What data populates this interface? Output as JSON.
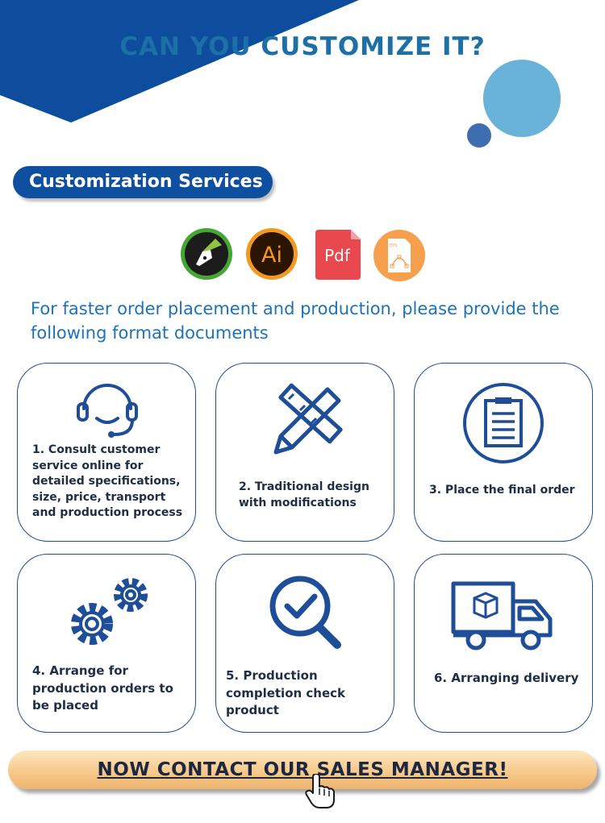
{
  "header": {
    "title": "CAN YOU CUSTOMIZE IT?"
  },
  "services": {
    "label": "Customization Services"
  },
  "formats": {
    "icons": [
      "coreldraw-icon",
      "illustrator-icon",
      "pdf-icon",
      "eps-icon"
    ],
    "ai_label": "Ai",
    "pdf_label": "Pdf",
    "eps_label": "EPS"
  },
  "intro": {
    "text": "For faster order placement and production, please provide the following format documents"
  },
  "steps": [
    {
      "label": "1. Consult customer service online for detailed specifications, size, price, transport and production process",
      "icon": "headset-icon"
    },
    {
      "label": "2. Traditional design with modifications",
      "icon": "pencil-ruler-icon"
    },
    {
      "label": "3. Place the final order",
      "icon": "clipboard-icon"
    },
    {
      "label": "4. Arrange for production orders to be placed",
      "icon": "gears-icon"
    },
    {
      "label": "5. Production completion check product",
      "icon": "magnifier-check-icon"
    },
    {
      "label": "6. Arranging delivery",
      "icon": "delivery-truck-icon"
    }
  ],
  "cta": {
    "label": "NOW CONTACT OUR SALES MANAGER!",
    "icon": "hand-cursor-icon"
  },
  "colors": {
    "primary_blue": "#0f4fa0",
    "title_blue": "#1d6fa8",
    "accent_light_blue": "#69b3d8",
    "card_border": "#1f4e99",
    "cta_gold": "#f7c98b"
  }
}
